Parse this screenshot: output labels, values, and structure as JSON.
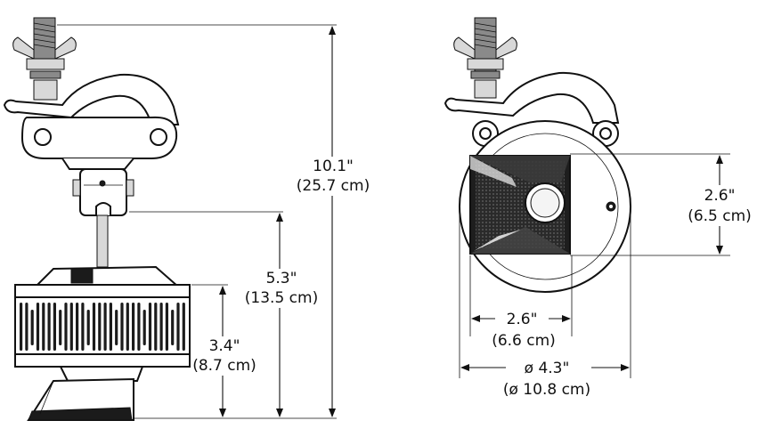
{
  "side_view": {
    "total_height": {
      "imperial": "10.1\"",
      "metric": "(25.7 cm)"
    },
    "mount_height": {
      "imperial": "5.3\"",
      "metric": "(13.5 cm)"
    },
    "body_height": {
      "imperial": "3.4\"",
      "metric": "(8.7 cm)"
    }
  },
  "front_view": {
    "aperture_height": {
      "imperial": "2.6\"",
      "metric": "(6.5 cm)"
    },
    "aperture_width": {
      "imperial": "2.6\"",
      "metric": "(6.6 cm)"
    },
    "diameter": {
      "imperial": "ø 4.3\"",
      "metric": "(ø 10.8 cm)"
    }
  }
}
